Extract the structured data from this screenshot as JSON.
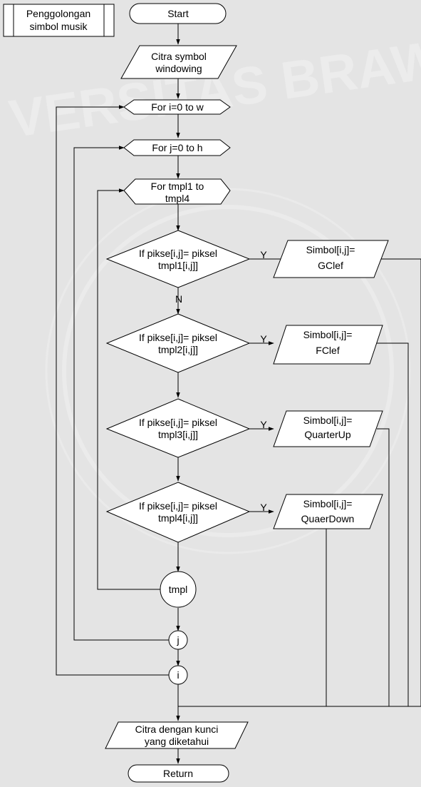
{
  "header": {
    "title_lines": [
      "Penggolongan",
      "simbol musik"
    ]
  },
  "flow": {
    "start": "Start",
    "input": [
      "Citra symbol",
      "windowing"
    ],
    "loop_i": "For i=0 to w",
    "loop_j": "For j=0 to h",
    "loop_tmpl": [
      "For tmpl1 to",
      "tmpl4"
    ],
    "decisions": [
      {
        "lines": [
          "If pikse[i,j]= piksel",
          "tmpl1[i,j]]"
        ],
        "yes": "Y",
        "output": [
          "Simbol[i,j]=",
          "GClef"
        ]
      },
      {
        "lines": [
          "If pikse[i,j]= piksel",
          "tmpl2[i,j]]"
        ],
        "yes": "Y",
        "output": [
          "Simbol[i,j]=",
          "FClef"
        ]
      },
      {
        "lines": [
          "If pikse[i,j]= piksel",
          "tmpl3[i,j]]"
        ],
        "yes": "Y",
        "output": [
          "Simbol[i,j]=",
          "QuarterUp"
        ]
      },
      {
        "lines": [
          "If pikse[i,j]= piksel",
          "tmpl4[i,j]]"
        ],
        "yes": "Y",
        "output": [
          "Simbol[i,j]=",
          "QuaerDown"
        ]
      }
    ],
    "no_label": "N",
    "connector_tmpl": "tmpl",
    "connector_j": "j",
    "connector_i": "i",
    "output_final": [
      "Citra dengan kunci",
      "yang diketahui"
    ],
    "end": "Return"
  },
  "watermark": {
    "text": "VERSITAS BRAW",
    "color": "#ffffff"
  },
  "colors": {
    "background": "#e4e4e4",
    "stroke": "#000000",
    "shape_fill": "#ffffff"
  }
}
